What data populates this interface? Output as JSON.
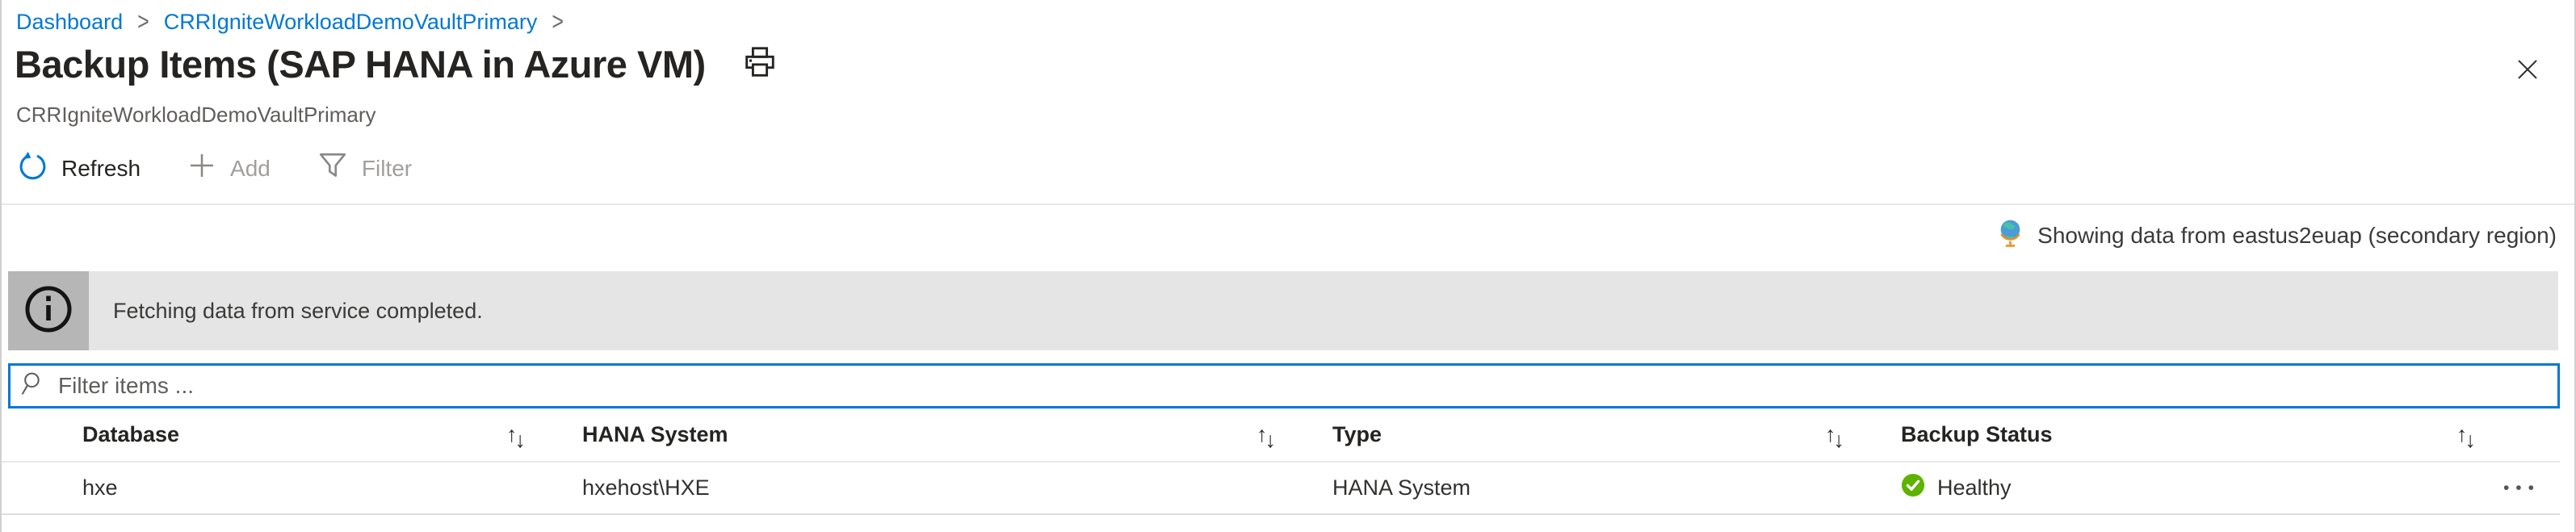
{
  "breadcrumb": {
    "item1": "Dashboard",
    "item2": "CRRIgniteWorkloadDemoVaultPrimary",
    "separator": ">"
  },
  "page": {
    "title": "Backup Items (SAP HANA in Azure VM)",
    "subtitle": "CRRIgniteWorkloadDemoVaultPrimary"
  },
  "toolbar": {
    "refresh": "Refresh",
    "add": "Add",
    "filter": "Filter"
  },
  "region_status": {
    "text": "Showing data from eastus2euap (secondary region)"
  },
  "info_banner": {
    "message": "Fetching data from service completed."
  },
  "filter_box": {
    "placeholder": "Filter items ...",
    "value": ""
  },
  "table": {
    "columns": [
      {
        "label": "Database"
      },
      {
        "label": "HANA System"
      },
      {
        "label": "Type"
      },
      {
        "label": "Backup Status"
      }
    ],
    "rows": [
      {
        "database": "hxe",
        "hana_system": "hxehost\\HXE",
        "type": "HANA System",
        "backup_status": "Healthy"
      }
    ]
  },
  "icons": {
    "sort_up": "↑",
    "sort_down": "↓",
    "row_menu": "•••"
  },
  "colors": {
    "accent_blue": "#0078d4",
    "success_green": "#5db300",
    "banner_bg": "#e5e5e5",
    "banner_icon_bg": "#b6b6b6",
    "disabled_gray": "#a19f9d"
  }
}
